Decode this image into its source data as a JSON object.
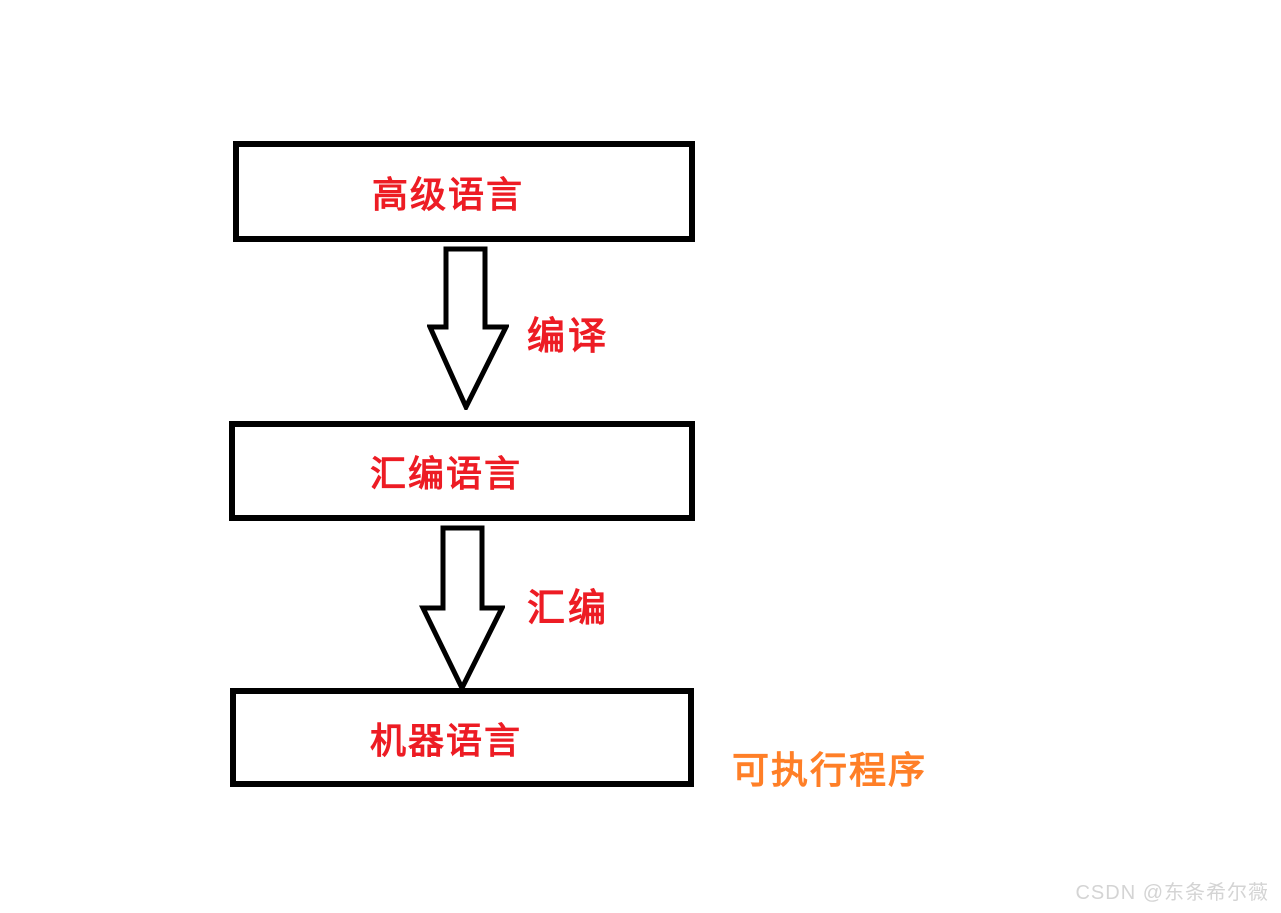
{
  "diagram": {
    "nodes": [
      {
        "label": "高级语言"
      },
      {
        "label": "汇编语言"
      },
      {
        "label": "机器语言"
      }
    ],
    "edges": [
      {
        "from": "高级语言",
        "to": "汇编语言",
        "label": "编译"
      },
      {
        "from": "汇编语言",
        "to": "机器语言",
        "label": "汇编"
      }
    ],
    "annotation": {
      "label": "可执行程序",
      "color": "#ff7f27"
    },
    "colors": {
      "node_text": "#ed1c24",
      "edge_label": "#ed1c24",
      "box_border": "#000000",
      "arrow_outline": "#000000",
      "arrow_fill": "#ffffff",
      "background": "#ffffff"
    }
  },
  "watermark": {
    "text": "CSDN @东条希尔薇",
    "color": "#d4d4d4"
  }
}
